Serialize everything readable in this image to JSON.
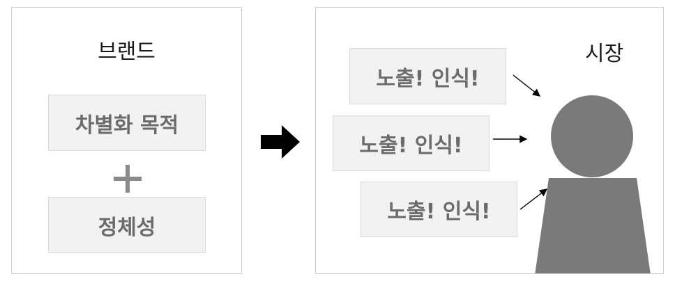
{
  "brand": {
    "title": "브랜드",
    "box_top": "차별화 목적",
    "box_bottom": "정체성"
  },
  "market": {
    "title": "시장",
    "exposure_boxes": [
      "노출! 인식!",
      "노출! 인식!",
      "노출! 인식!"
    ]
  },
  "colors": {
    "box_fill": "#f2f2f2",
    "box_text": "#6b6b6b",
    "person": "#7a7a7a",
    "arrow": "#000000"
  }
}
